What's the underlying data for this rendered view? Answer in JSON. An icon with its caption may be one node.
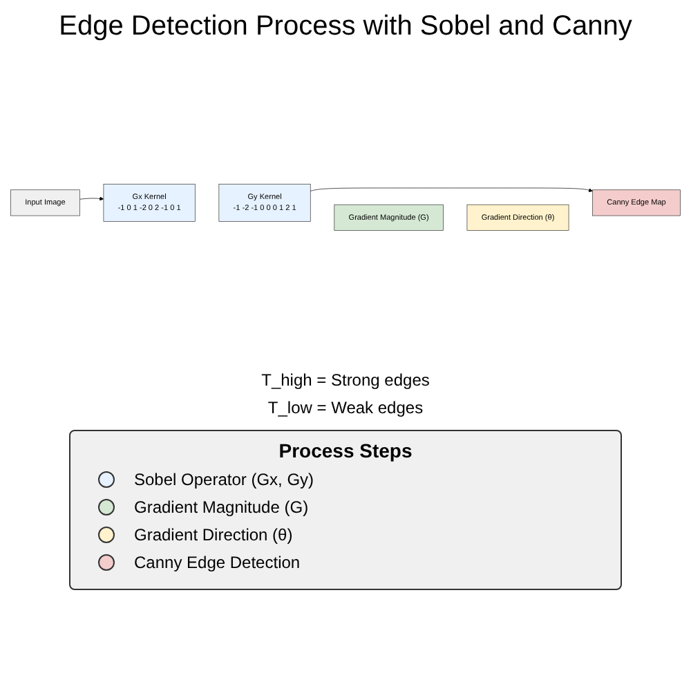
{
  "diagram": {
    "title": "Edge Detection Process with Sobel and Canny",
    "nodes": [
      {
        "text": [
          "Input Image"
        ]
      },
      {
        "text": [
          "Gx Kernel",
          "-1 0 1 -2 0 2 -1 0 1"
        ]
      },
      {
        "text": [
          "Gy Kernel",
          "-1 -2 -1 0 0 0 1 2 1"
        ]
      },
      {
        "text": [
          "Gradient Magnitude (G)"
        ]
      },
      {
        "text": [
          "Gradient Direction (θ)"
        ]
      },
      {
        "text": [
          "Canny Edge Map"
        ]
      }
    ],
    "edges": [
      {
        "from": 0,
        "to": 1,
        "arrow": "to"
      },
      {
        "from": 2,
        "to": 5,
        "arrow": "to"
      }
    ],
    "labels": [
      "T_high = Strong edges",
      "T_low = Weak edges",
      "Process Steps"
    ],
    "legend": [
      {
        "text": "Sobel Operator (Gx, Gy)",
        "color": "#e6f2ff"
      },
      {
        "text": "Gradient Magnitude (G)",
        "color": "#d5e8d4"
      },
      {
        "text": "Gradient Direction (θ)",
        "color": "#fff2cc"
      },
      {
        "text": "Canny Edge Detection",
        "color": "#f4cccc"
      }
    ]
  }
}
